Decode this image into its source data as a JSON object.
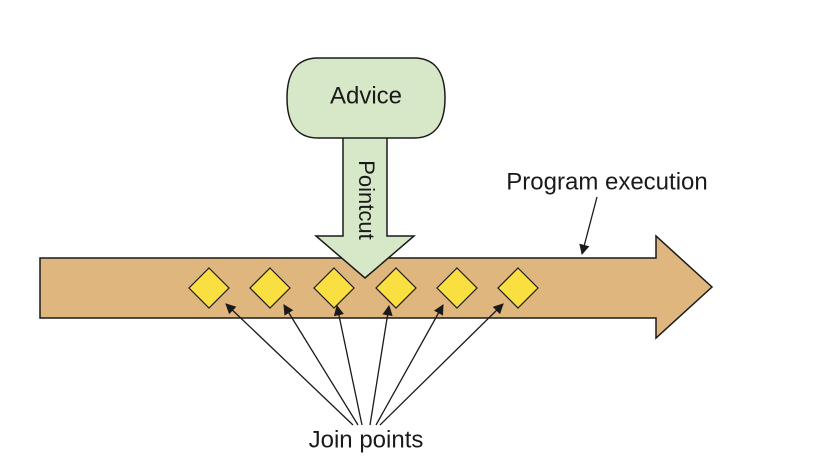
{
  "advice": {
    "label": "Advice",
    "color": "#d7e8c8"
  },
  "pointcut": {
    "label": "Pointcut",
    "color": "#d7e8c8"
  },
  "program_execution": {
    "label": "Program execution",
    "color": "#dfb67d"
  },
  "join_points": {
    "label": "Join points",
    "count": 6,
    "color": "#f9df3f"
  },
  "colors": {
    "stroke": "#1a1a1a",
    "background": "#ffffff"
  }
}
